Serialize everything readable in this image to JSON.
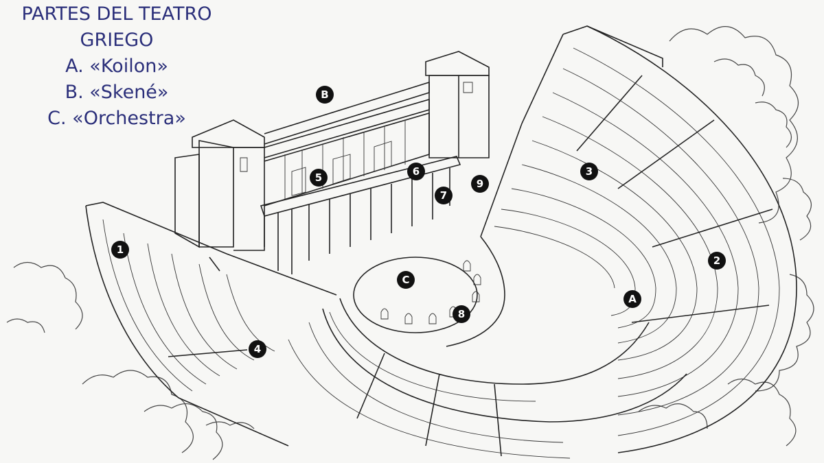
{
  "title": {
    "line1": "PARTES DEL TEATRO",
    "line2": "GRIEGO",
    "item_a": "A. «Koilon»",
    "item_b": "B. «Skené»",
    "item_c": "C. «Orchestra»"
  },
  "markers": {
    "b": "B",
    "c": "C",
    "a": "A",
    "n1": "1",
    "n2": "2",
    "n3": "3",
    "n4": "4",
    "n5": "5",
    "n6": "6",
    "n7": "7",
    "n8": "8",
    "n9": "9"
  },
  "colors": {
    "title_text": "#2b2f7a",
    "marker_fill": "#111111",
    "line": "#222222",
    "background": "#f7f7f5"
  }
}
